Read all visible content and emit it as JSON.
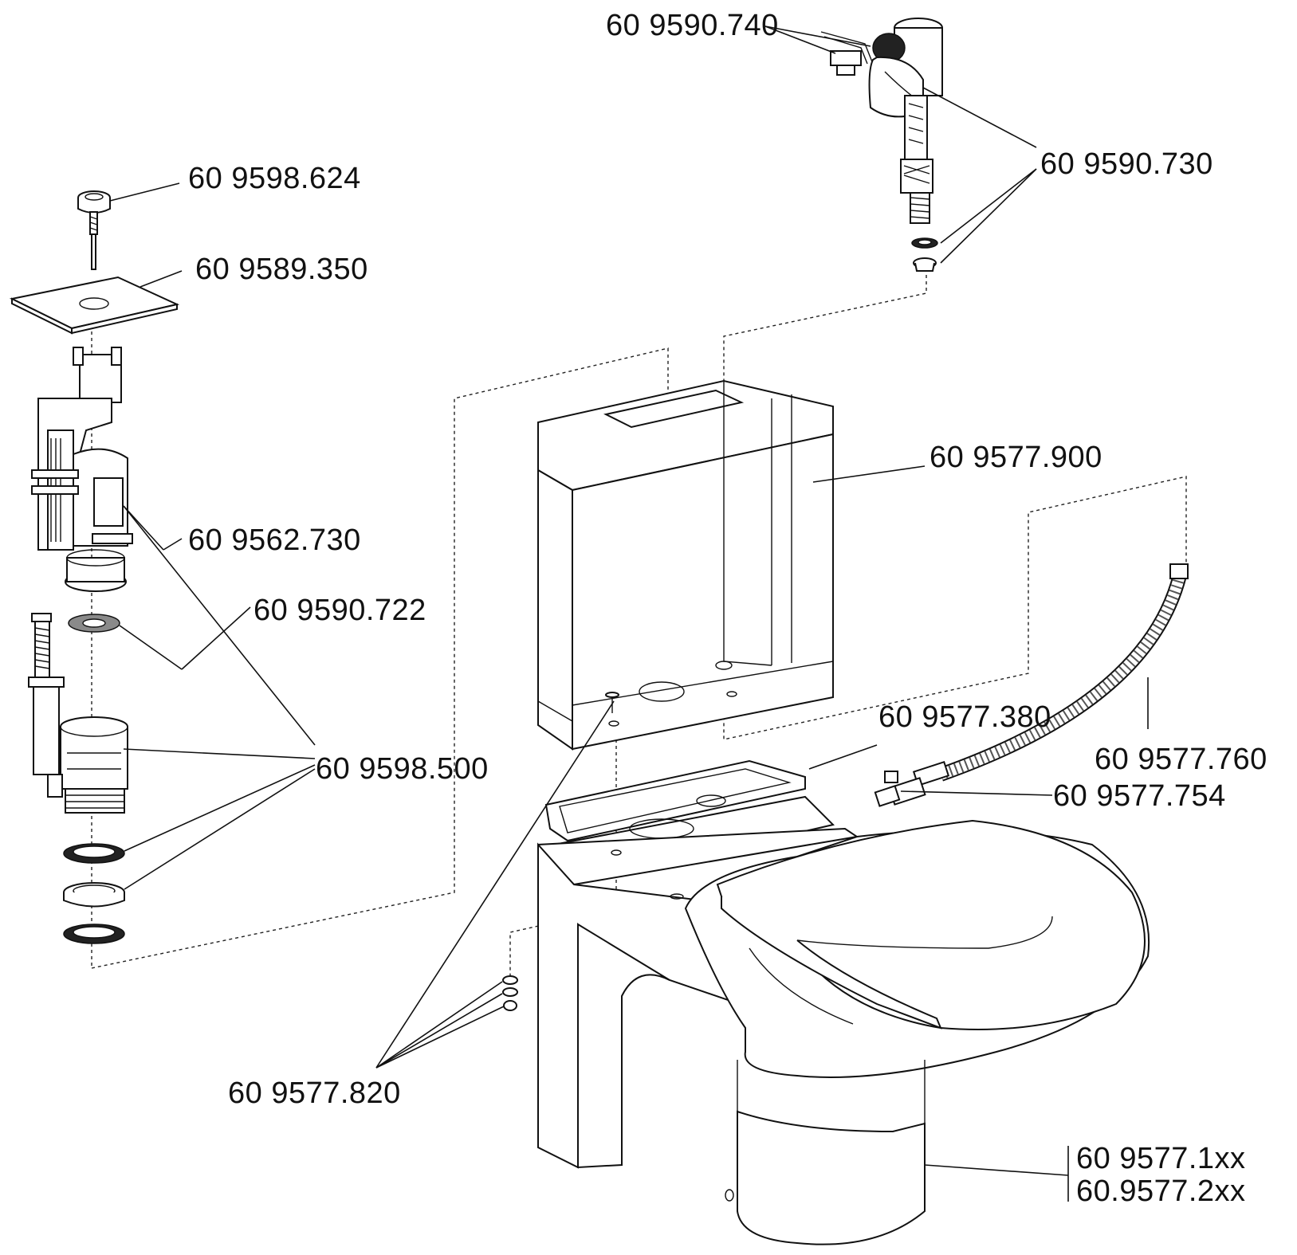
{
  "labels": {
    "p_740": "60 9590.740",
    "p_730_valve": "60 9590.730",
    "p_624": "60 9598.624",
    "p_350": "60 9589.350",
    "p_900": "60 9577.900",
    "p_562": "60 9562.730",
    "p_722": "60 9590.722",
    "p_380": "60 9577.380",
    "p_760": "60 9577.760",
    "p_500": "60 9598.500",
    "p_754": "60 9577.754",
    "p_820": "60 9577.820",
    "p_1xx": "60 9577.1xx",
    "p_2xx": "60.9577.2xx"
  }
}
